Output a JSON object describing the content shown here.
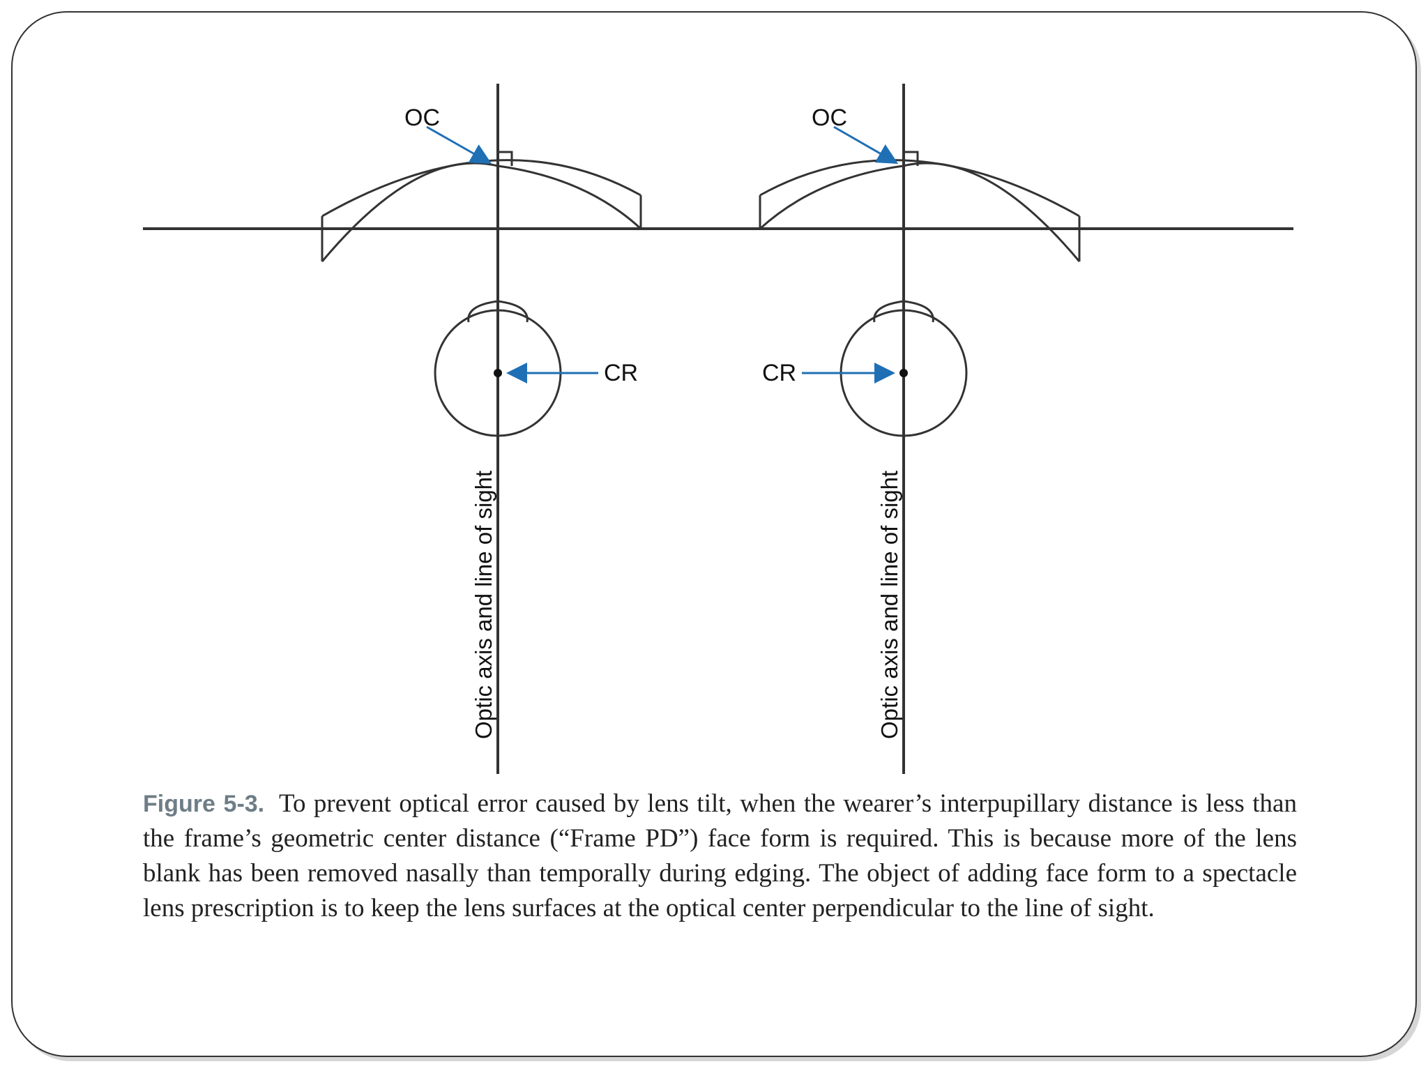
{
  "diagram": {
    "left_lens": {
      "oc_label": "OC",
      "cr_label": "CR",
      "axis_label": "Optic axis and line of sight"
    },
    "right_lens": {
      "oc_label": "OC",
      "cr_label": "CR",
      "axis_label": "Optic axis and line of sight"
    }
  },
  "caption": {
    "figure_number": "Figure 5-3.",
    "text": "To prevent optical error caused by lens tilt, when the wearer’s interpupillary distance is less than the frame’s geometric center distance (“Frame PD”) face form is required. This is because more of the lens blank has been removed nasally than temporally during edging. The object of adding face form to a spectacle lens prescription is to keep the lens surfaces at the optical center perpendicular to the line of sight."
  },
  "colors": {
    "arrow": "#1f6fb5",
    "line": "#333333",
    "figure_number": "#6e7d86"
  }
}
